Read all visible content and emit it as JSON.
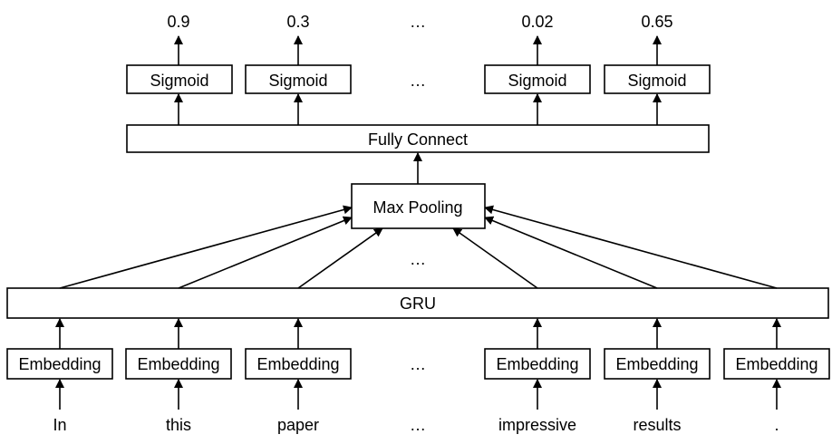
{
  "tokens": [
    "In",
    "this",
    "paper",
    "…",
    "impressive",
    "results",
    "."
  ],
  "embedding_label": "Embedding",
  "ellipsis": "…",
  "gru_label": "GRU",
  "max_pooling_label": "Max Pooling",
  "fully_connect_label": "Fully Connect",
  "sigmoid_label": "Sigmoid",
  "outputs": [
    "0.9",
    "0.3",
    "…",
    "0.02",
    "0.65"
  ]
}
